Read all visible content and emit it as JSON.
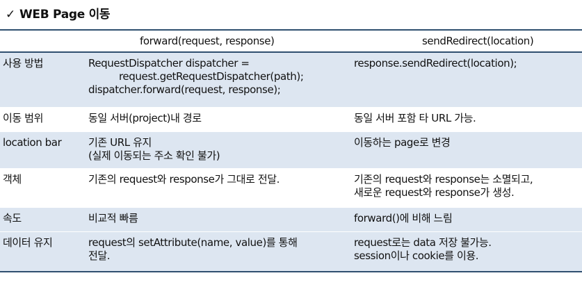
{
  "title": {
    "check": "✓",
    "text": "WEB Page 이동"
  },
  "headers": [
    "",
    "forward(request, response)",
    "sendRedirect(location)"
  ],
  "rows": [
    {
      "label": "사용 방법",
      "forward": [
        "RequestDispatcher dispatcher =",
        "request.getRequestDispatcher(path);",
        "dispatcher.forward(request, response);"
      ],
      "redirect": [
        "response.sendRedirect(location);"
      ]
    },
    {
      "label": "이동 범위",
      "forward": [
        "동일 서버(project)내 경로"
      ],
      "redirect": [
        "동일 서버 포함 타 URL 가능."
      ]
    },
    {
      "label": "location bar",
      "forward": [
        "기존 URL 유지",
        "(실제 이동되는 주소 확인 불가)"
      ],
      "redirect": [
        "이동하는 page로 변경"
      ]
    },
    {
      "label": "객체",
      "forward": [
        "기존의 request와 response가 그대로 전달."
      ],
      "redirect": [
        "기존의 request와 response는 소멸되고,",
        "새로운 request와 response가 생성."
      ]
    },
    {
      "label": "속도",
      "forward": [
        "비교적 빠름"
      ],
      "redirect": [
        "forward()에 비해 느림"
      ]
    },
    {
      "label": "데이터 유지",
      "forward": [
        "request의 setAttribute(name, value)를 통해",
        "전달."
      ],
      "redirect": [
        "request로는 data 저장 불가능.",
        "session이나 cookie를 이용."
      ]
    }
  ],
  "colors": {
    "row_shade": "#dde6f1",
    "rule": "#2f4f6f"
  }
}
